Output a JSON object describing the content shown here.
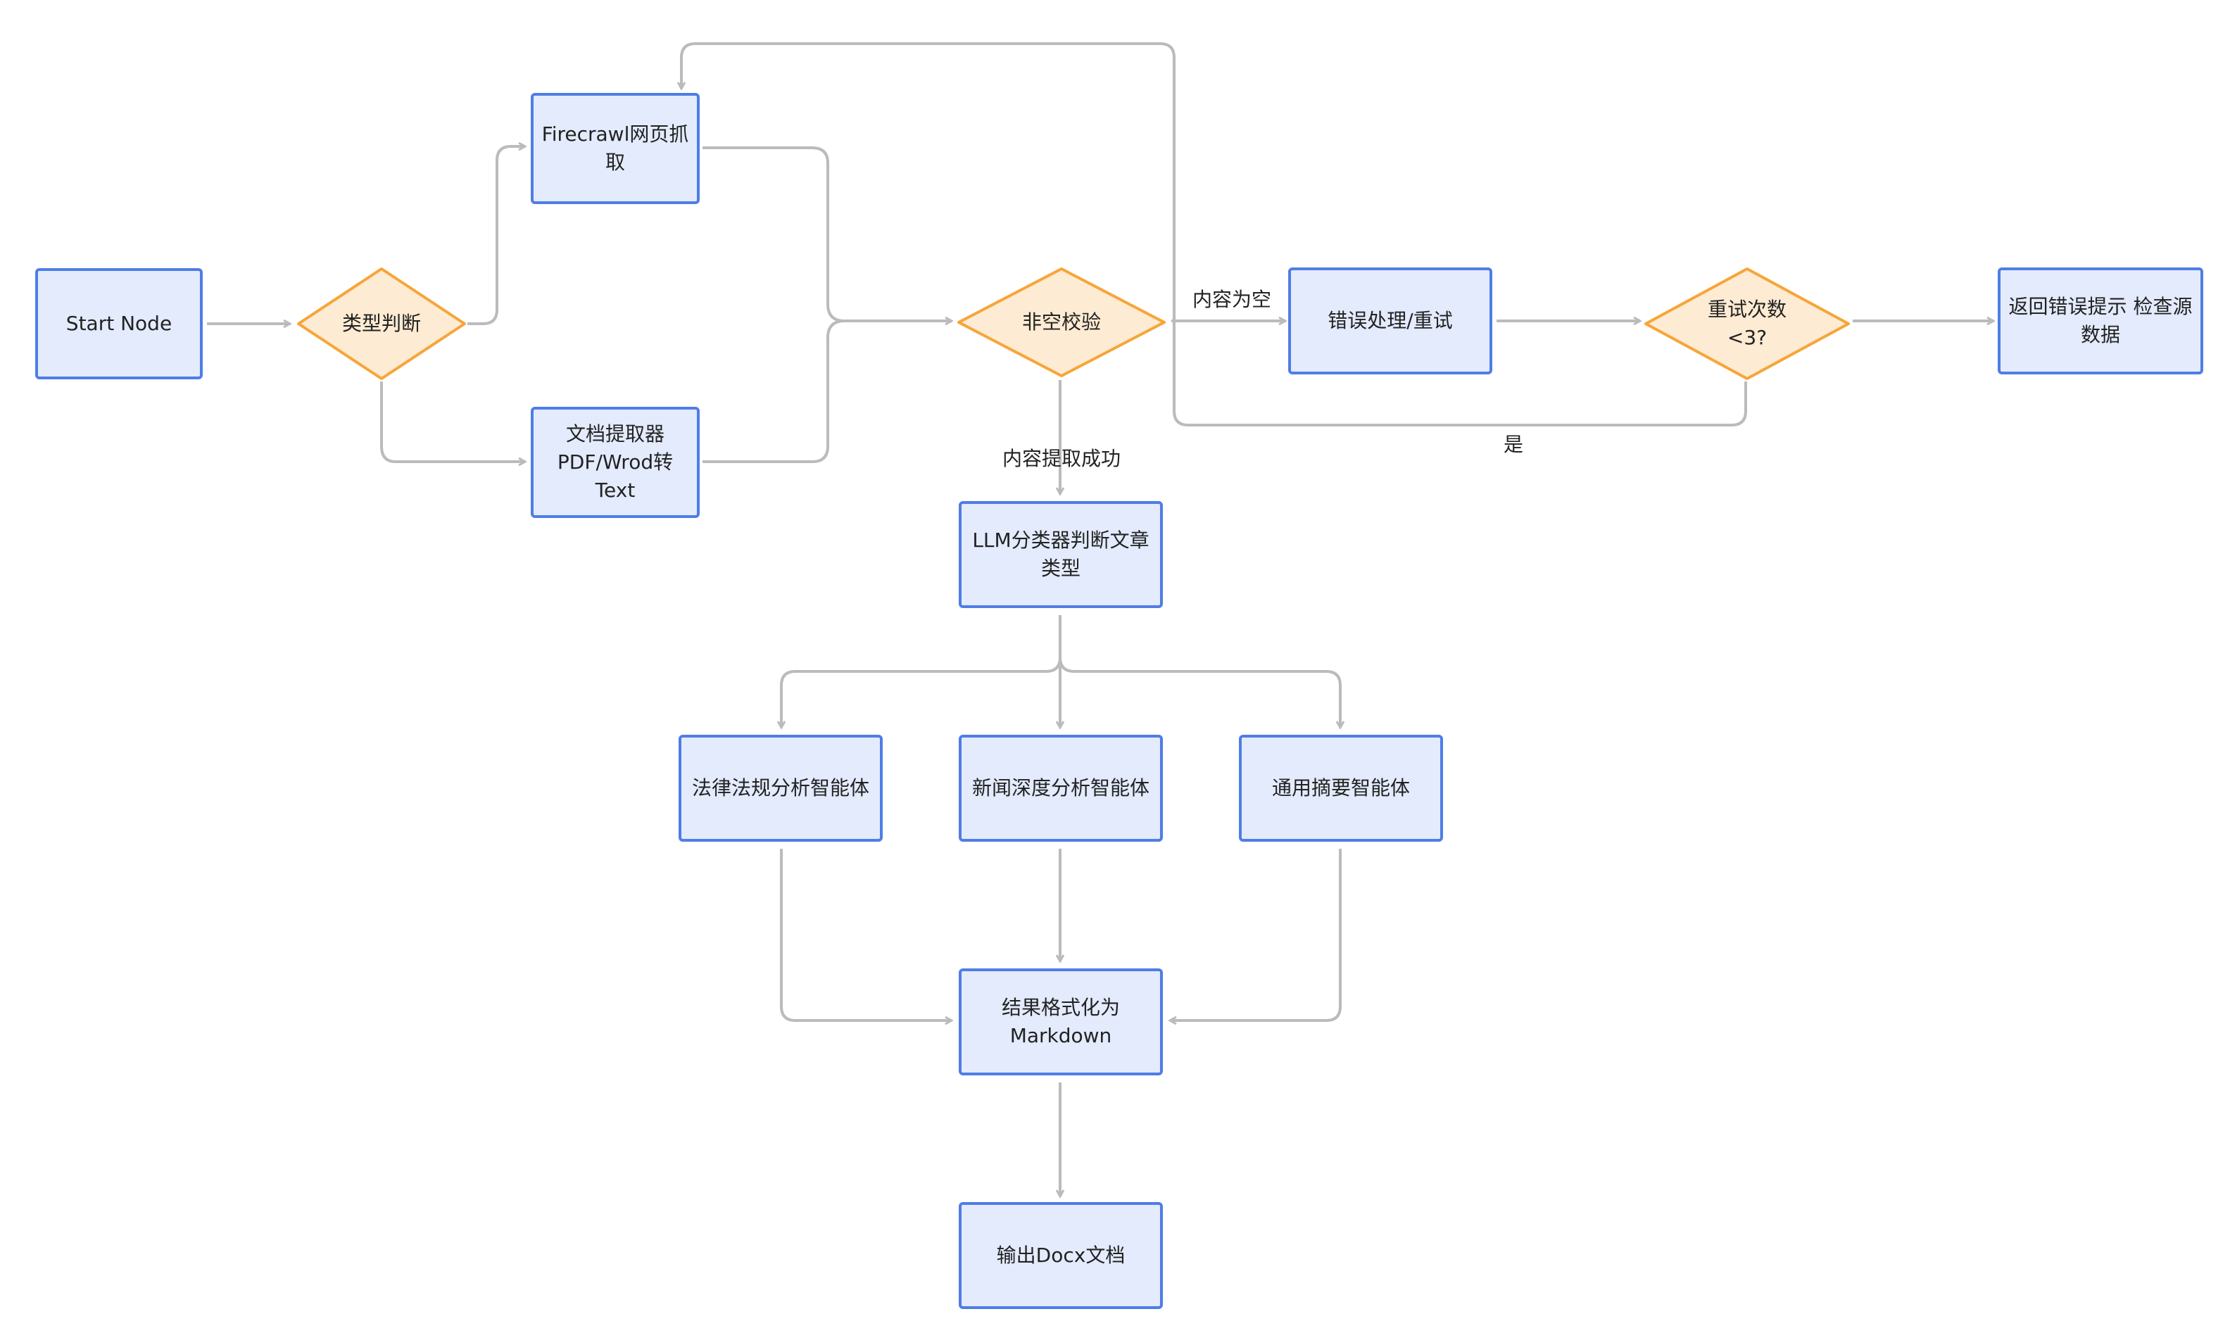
{
  "colors": {
    "box_fill": "#e3ebfd",
    "box_stroke": "#4f7de6",
    "diamond_fill": "#feebd3",
    "diamond_stroke": "#f7a539",
    "edge": "#bbbbbb",
    "text": "#222222"
  },
  "nodes": {
    "start": {
      "lines": [
        "Start Node"
      ]
    },
    "type_judge": {
      "lines": [
        "类型判断"
      ]
    },
    "firecrawl": {
      "lines": [
        "Firecrawl网页抓",
        "取"
      ]
    },
    "doc_extract": {
      "lines": [
        "文档提取器",
        "PDF/Wrod转Text"
      ]
    },
    "nonempty_check": {
      "lines": [
        "非空校验"
      ]
    },
    "error_retry": {
      "lines": [
        "错误处理/重试"
      ]
    },
    "retry_count": {
      "lines": [
        "重试次数",
        "<3?"
      ]
    },
    "return_error": {
      "lines": [
        "返回错误提示 检查源",
        "数据"
      ]
    },
    "llm_classifier": {
      "lines": [
        "LLM分类器判断文章",
        "类型"
      ]
    },
    "legal_agent": {
      "lines": [
        "法律法规分析智能体"
      ]
    },
    "news_agent": {
      "lines": [
        "新闻深度分析智能体"
      ]
    },
    "general_agent": {
      "lines": [
        "通用摘要智能体"
      ]
    },
    "format_md": {
      "lines": [
        "结果格式化为",
        "Markdown"
      ]
    },
    "output_docx": {
      "lines": [
        "输出Docx文档"
      ]
    }
  },
  "edge_labels": {
    "empty": "内容为空",
    "success": "内容提取成功",
    "yes": "是"
  }
}
